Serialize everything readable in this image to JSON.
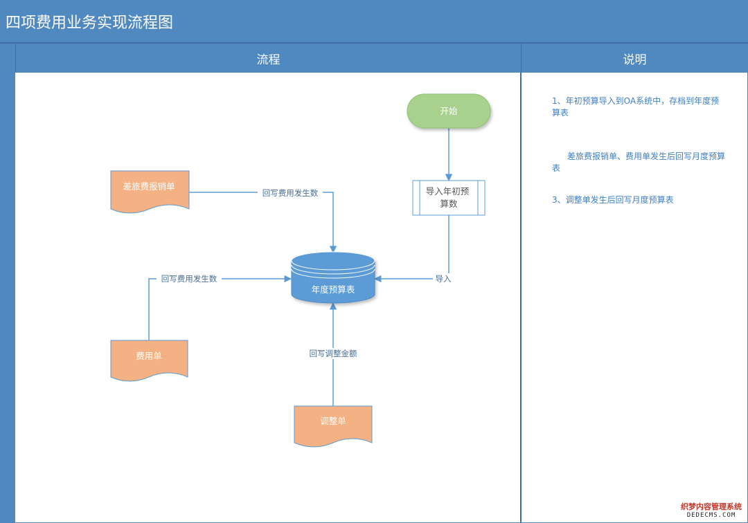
{
  "title": "四项费用业务实现流程图",
  "columns": {
    "process": "流程",
    "notes": "说明"
  },
  "nodes": {
    "start": "开始",
    "import_task": "导入年初预\n算数",
    "budget_table": "年度预算表",
    "travel_doc": "差旅费报销单",
    "expense_doc": "费用单",
    "adjust_doc": "调整单"
  },
  "edges": {
    "travel_label": "回写费用发生数",
    "expense_label": "回写费用发生数",
    "import_label": "导入",
    "adjust_label": "回写调整金额"
  },
  "notes": {
    "note1": "1、年初预算导入到OA系统中，存档到年度预算表",
    "note2": "差旅费报销单、费用单发生后回写月度预算表",
    "note3": "3、调整单发生后回写月度预算表"
  },
  "watermark": {
    "cn": "织梦内容管理系统",
    "en": "DEDECMS.COM"
  },
  "colors": {
    "header_blue": "#5089c0",
    "start_green": "#a9d18e",
    "doc_orange": "#f4b183",
    "db_blue": "#5b9bd5",
    "line_blue": "#5b9bd5",
    "note_text": "#3f7fc4"
  }
}
